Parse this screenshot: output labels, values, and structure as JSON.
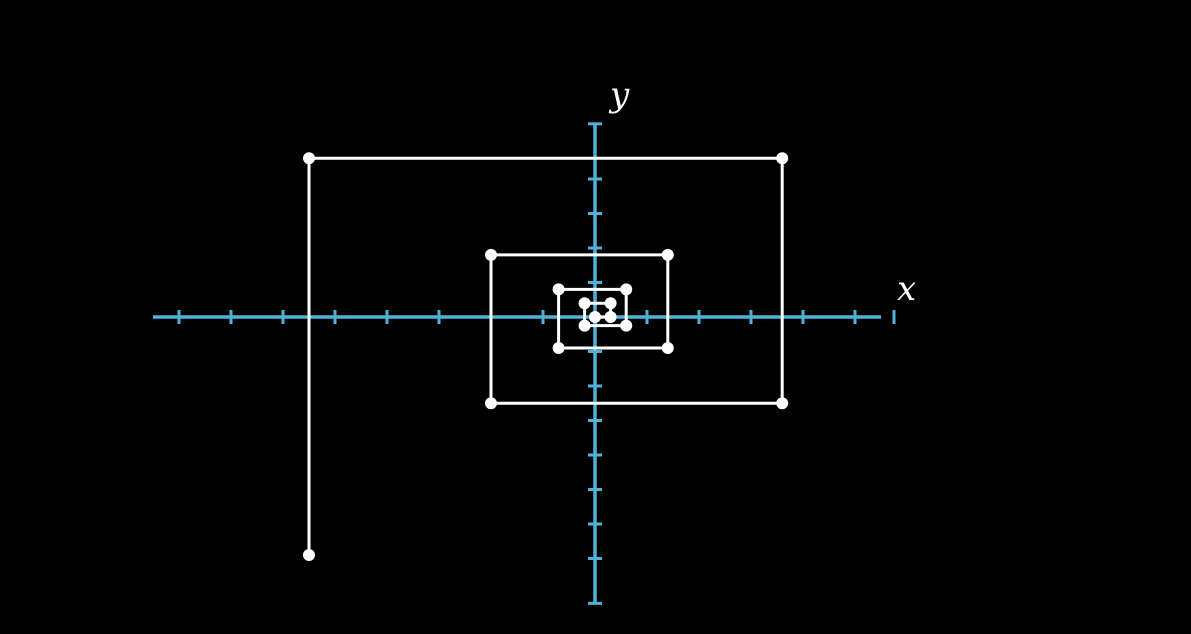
{
  "colors": {
    "background": "#000000",
    "axis": "#4fb3d9",
    "path": "#ffffff",
    "point": "#ffffff"
  },
  "axes": {
    "x_label": "x",
    "y_label": "y",
    "x_range": [
      -8.5,
      5.5
    ],
    "y_range": [
      -8.3,
      5.6
    ],
    "x_ticks": [
      -8,
      -7,
      -6,
      -5,
      -4,
      -3,
      -2,
      -1,
      1,
      2,
      3,
      4,
      5
    ],
    "y_ticks": [
      -7,
      -6,
      -5,
      -4,
      -3,
      -2,
      -1,
      1,
      2,
      3,
      4
    ]
  },
  "chart_data": {
    "type": "line",
    "series": [
      {
        "points": [
          [
            -5.5,
            -6.9
          ],
          [
            -5.5,
            4.6
          ],
          [
            3.6,
            4.6
          ],
          [
            3.6,
            -2.5
          ],
          [
            -2.0,
            -2.5
          ],
          [
            -2.0,
            1.8
          ],
          [
            1.4,
            1.8
          ],
          [
            1.4,
            -0.9
          ],
          [
            -0.7,
            -0.9
          ],
          [
            -0.7,
            0.8
          ],
          [
            0.6,
            0.8
          ],
          [
            0.6,
            -0.25
          ],
          [
            -0.2,
            -0.25
          ],
          [
            -0.2,
            0.4
          ],
          [
            0.3,
            0.4
          ],
          [
            0.3,
            0.0
          ],
          [
            0.0,
            0.0
          ]
        ]
      }
    ]
  }
}
